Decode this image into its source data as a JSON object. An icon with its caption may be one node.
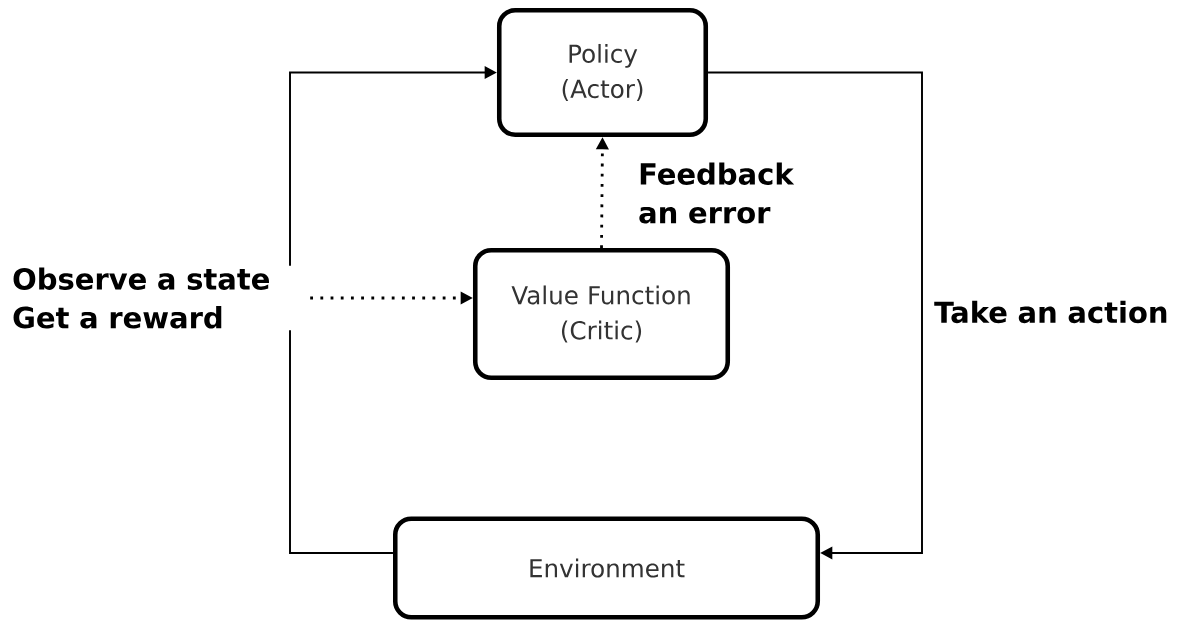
{
  "diagram": {
    "nodes": [
      {
        "text": [
          "Policy (Actor)"
        ]
      },
      {
        "text": [
          "Value Function (Critic)"
        ]
      },
      {
        "text": [
          "Environment"
        ]
      }
    ],
    "edges": [
      {
        "from": 2,
        "to": 0,
        "arrow": "to",
        "label": "Observe a state Get a reward"
      },
      {
        "from": 0,
        "to": 2,
        "arrow": "to",
        "label": "Take an action"
      },
      {
        "from": 1,
        "to": 0,
        "arrow": "to",
        "label": "Feedback an error",
        "style": "dashed"
      },
      {
        "from": null,
        "to": 1,
        "arrow": "to",
        "style": "dashed"
      }
    ]
  }
}
